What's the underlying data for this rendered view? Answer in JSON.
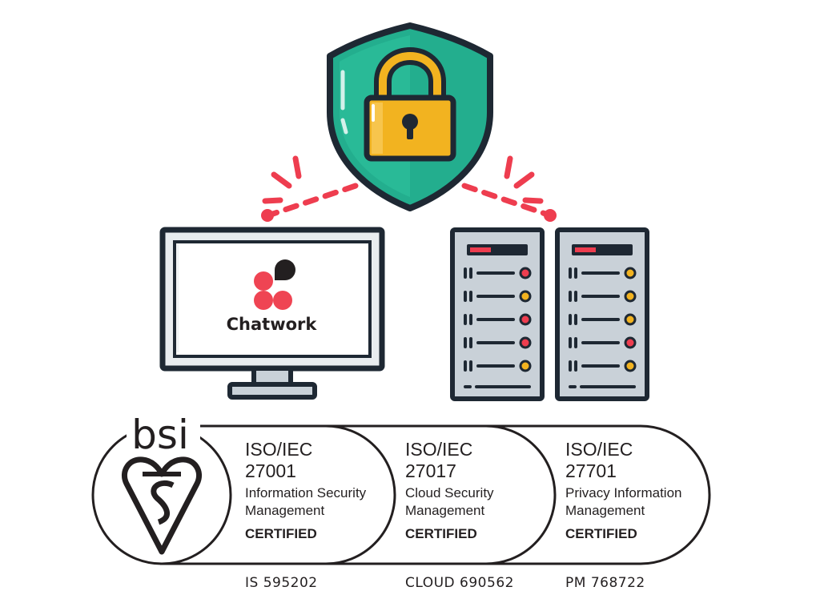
{
  "app": {
    "name": "Chatwork",
    "logo_icon": "chatwork-logo-icon",
    "logo_color": "#ef4453"
  },
  "illustration": {
    "shield_icon": "shield-icon",
    "shield_color": "#23ae8e",
    "lock_icon": "padlock-icon",
    "lock_color": "#f2b320",
    "monitor_icon": "monitor-icon",
    "server_icon": "server-rack-icon",
    "alert_color": "#ee3d4f"
  },
  "certification": {
    "issuer": "bsi",
    "issuer_mark_icon": "bsi-kitemark-icon",
    "badges": [
      {
        "title_line1": "ISO/IEC",
        "title_line2": "27001",
        "desc_line1": "Information Security",
        "desc_line2": "Management",
        "status": "CERTIFIED",
        "number": "IS 595202"
      },
      {
        "title_line1": "ISO/IEC",
        "title_line2": "27017",
        "desc_line1": "Cloud Security",
        "desc_line2": "Management",
        "status": "CERTIFIED",
        "number": "CLOUD 690562"
      },
      {
        "title_line1": "ISO/IEC",
        "title_line2": "27701",
        "desc_line1": "Privacy Information",
        "desc_line2": "Management",
        "status": "CERTIFIED",
        "number": "PM 768722"
      }
    ]
  }
}
